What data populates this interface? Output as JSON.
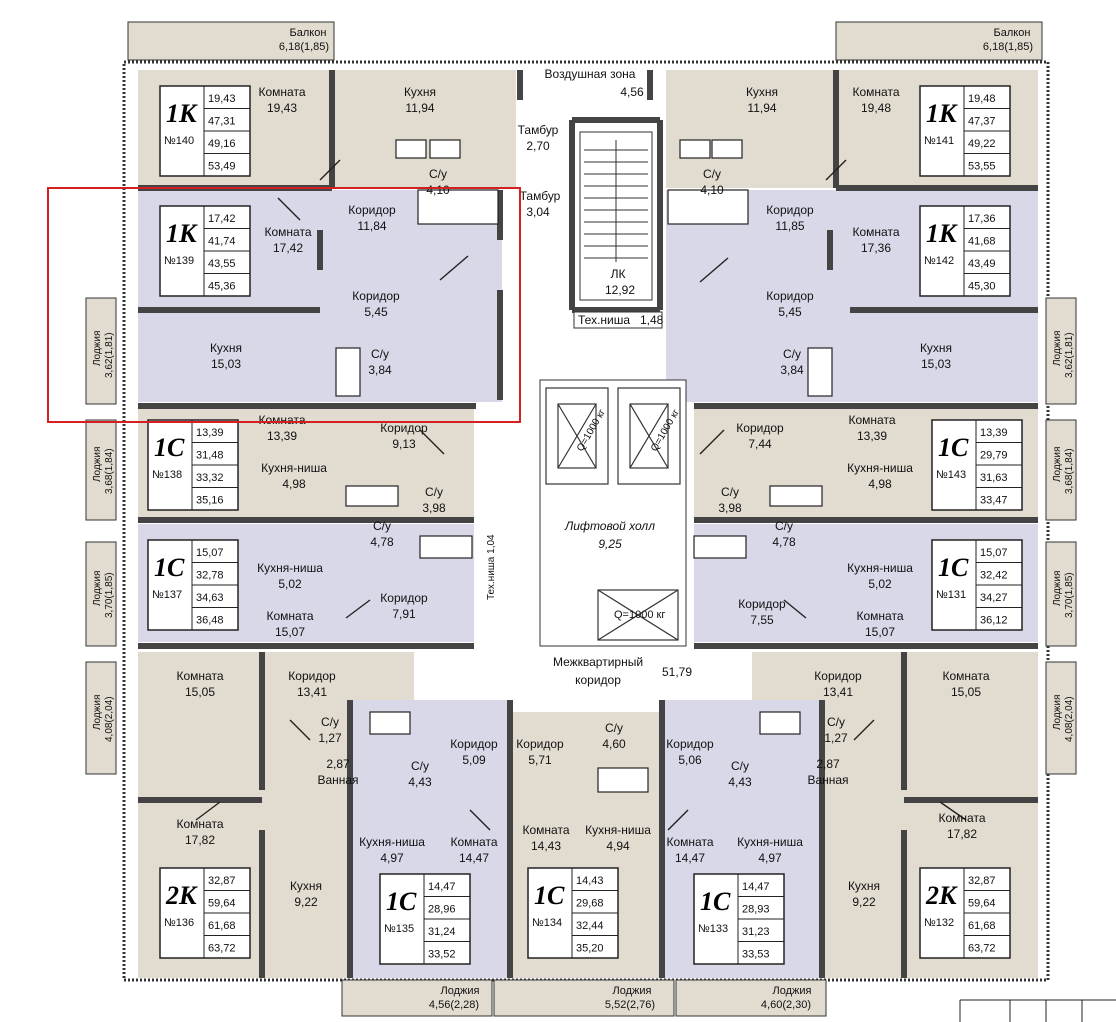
{
  "colors": {
    "beige": "#e2dcd0",
    "lavender": "#d8d8e8",
    "wall": "#444444",
    "highlight": "#d42020",
    "white": "#ffffff"
  },
  "balconies_top": [
    "Балкон",
    "6,18(1,85)"
  ],
  "common": {
    "air_zone": [
      "Воздушная зона",
      "4,56"
    ],
    "tambur1": [
      "Тамбур",
      "2,70"
    ],
    "tambur2": [
      "Тамбур",
      "3,04"
    ],
    "stair": [
      "ЛК",
      "12,92"
    ],
    "tech_niche": [
      "Тех.ниша",
      "1,48"
    ],
    "tech_niche_v": "Тех.ниша 1,04",
    "elevator_load": "Q=1000 кг",
    "lift_hall": [
      "Лифтовой холл",
      "9,25"
    ],
    "corridor": [
      "Межквартирный",
      "коридор"
    ],
    "corridor_area": "51,79"
  },
  "loggias": {
    "l1": [
      "Лоджия",
      "3,62(1,81)"
    ],
    "l2": [
      "Лоджия",
      "3,68(1,84)"
    ],
    "l3": [
      "Лоджия",
      "3,70(1,85)"
    ],
    "l4": [
      "Лоджия",
      "4,08(2,04)"
    ],
    "b1": [
      "Лоджия",
      "4,56(2,28)"
    ],
    "b2": [
      "Лоджия",
      "5,52(2,76)"
    ],
    "b3": [
      "Лоджия",
      "4,60(2,30)"
    ]
  },
  "apartments": [
    {
      "id": "140",
      "type": "1К",
      "no": "№140",
      "areas": [
        "19,43",
        "47,31",
        "49,16",
        "53,49"
      ]
    },
    {
      "id": "141",
      "type": "1К",
      "no": "№141",
      "areas": [
        "19,48",
        "47,37",
        "49,22",
        "53,55"
      ]
    },
    {
      "id": "139",
      "type": "1К",
      "no": "№139",
      "areas": [
        "17,42",
        "41,74",
        "43,55",
        "45,36"
      ]
    },
    {
      "id": "142",
      "type": "1К",
      "no": "№142",
      "areas": [
        "17,36",
        "41,68",
        "43,49",
        "45,30"
      ]
    },
    {
      "id": "138",
      "type": "1С",
      "no": "№138",
      "areas": [
        "13,39",
        "31,48",
        "33,32",
        "35,16"
      ]
    },
    {
      "id": "143",
      "type": "1С",
      "no": "№143",
      "areas": [
        "13,39",
        "29,79",
        "31,63",
        "33,47"
      ]
    },
    {
      "id": "137",
      "type": "1С",
      "no": "№137",
      "areas": [
        "15,07",
        "32,78",
        "34,63",
        "36,48"
      ]
    },
    {
      "id": "131",
      "type": "1С",
      "no": "№131",
      "areas": [
        "15,07",
        "32,42",
        "34,27",
        "36,12"
      ]
    },
    {
      "id": "136",
      "type": "2К",
      "no": "№136",
      "areas": [
        "32,87",
        "59,64",
        "61,68",
        "63,72"
      ]
    },
    {
      "id": "132",
      "type": "2К",
      "no": "№132",
      "areas": [
        "32,87",
        "59,64",
        "61,68",
        "63,72"
      ]
    },
    {
      "id": "135",
      "type": "1С",
      "no": "№135",
      "areas": [
        "14,47",
        "28,96",
        "31,24",
        "33,52"
      ]
    },
    {
      "id": "134",
      "type": "1С",
      "no": "№134",
      "areas": [
        "14,43",
        "29,68",
        "32,44",
        "35,20"
      ]
    },
    {
      "id": "133",
      "type": "1С",
      "no": "№133",
      "areas": [
        "14,47",
        "28,93",
        "31,23",
        "33,53"
      ]
    }
  ],
  "rooms": [
    {
      "id": "r140a",
      "text": [
        "Комната",
        "19,43"
      ]
    },
    {
      "id": "r140b",
      "text": [
        "Кухня",
        "11,94"
      ]
    },
    {
      "id": "r140c",
      "text": [
        "С/у",
        "4,10"
      ]
    },
    {
      "id": "r140d",
      "text": [
        "Коридор",
        "11,84"
      ]
    },
    {
      "id": "r141a",
      "text": [
        "Кухня",
        "11,94"
      ]
    },
    {
      "id": "r141b",
      "text": [
        "Комната",
        "19,48"
      ]
    },
    {
      "id": "r141c",
      "text": [
        "С/у",
        "4,10"
      ]
    },
    {
      "id": "r141d",
      "text": [
        "Коридор",
        "11,85"
      ]
    },
    {
      "id": "r139a",
      "text": [
        "Комната",
        "17,42"
      ]
    },
    {
      "id": "r139b",
      "text": [
        "Коридор",
        "5,45"
      ]
    },
    {
      "id": "r139c",
      "text": [
        "Кухня",
        "15,03"
      ]
    },
    {
      "id": "r139d",
      "text": [
        "С/у",
        "3,84"
      ]
    },
    {
      "id": "r142a",
      "text": [
        "Комната",
        "17,36"
      ]
    },
    {
      "id": "r142b",
      "text": [
        "Коридор",
        "5,45"
      ]
    },
    {
      "id": "r142c",
      "text": [
        "Кухня",
        "15,03"
      ]
    },
    {
      "id": "r142d",
      "text": [
        "С/у",
        "3,84"
      ]
    },
    {
      "id": "r138a",
      "text": [
        "Комната",
        "13,39"
      ]
    },
    {
      "id": "r138b",
      "text": [
        "Коридор",
        "9,13"
      ]
    },
    {
      "id": "r138c",
      "text": [
        "Кухня-ниша",
        "4,98"
      ]
    },
    {
      "id": "r138d",
      "text": [
        "С/у",
        "3,98"
      ]
    },
    {
      "id": "r143a",
      "text": [
        "Комната",
        "13,39"
      ]
    },
    {
      "id": "r143b",
      "text": [
        "Коридор",
        "7,44"
      ]
    },
    {
      "id": "r143c",
      "text": [
        "Кухня-ниша",
        "4,98"
      ]
    },
    {
      "id": "r143d",
      "text": [
        "С/у",
        "3,98"
      ]
    },
    {
      "id": "r137a",
      "text": [
        "С/у",
        "4,78"
      ]
    },
    {
      "id": "r137b",
      "text": [
        "Кухня-ниша",
        "5,02"
      ]
    },
    {
      "id": "r137c",
      "text": [
        "Комната",
        "15,07"
      ]
    },
    {
      "id": "r137d",
      "text": [
        "Коридор",
        "7,91"
      ]
    },
    {
      "id": "r131a",
      "text": [
        "С/у",
        "4,78"
      ]
    },
    {
      "id": "r131b",
      "text": [
        "Кухня-ниша",
        "5,02"
      ]
    },
    {
      "id": "r131c",
      "text": [
        "Комната",
        "15,07"
      ]
    },
    {
      "id": "r131d",
      "text": [
        "Коридор",
        "7,55"
      ]
    },
    {
      "id": "r136a",
      "text": [
        "Комната",
        "15,05"
      ]
    },
    {
      "id": "r136b",
      "text": [
        "Коридор",
        "13,41"
      ]
    },
    {
      "id": "r136c",
      "text": [
        "С/у",
        "1,27"
      ]
    },
    {
      "id": "r136d",
      "text": [
        "2,87",
        "Ванная"
      ]
    },
    {
      "id": "r136e",
      "text": [
        "Комната",
        "17,82"
      ]
    },
    {
      "id": "r136f",
      "text": [
        "Кухня",
        "9,22"
      ]
    },
    {
      "id": "r135a",
      "text": [
        "Коридор",
        "5,09"
      ]
    },
    {
      "id": "r135b",
      "text": [
        "С/у",
        "4,43"
      ]
    },
    {
      "id": "r135c",
      "text": [
        "Кухня-ниша",
        "4,97"
      ]
    },
    {
      "id": "r135d",
      "text": [
        "Комната",
        "14,47"
      ]
    },
    {
      "id": "r134a",
      "text": [
        "Коридор",
        "5,71"
      ]
    },
    {
      "id": "r134b",
      "text": [
        "С/у",
        "4,60"
      ]
    },
    {
      "id": "r134c",
      "text": [
        "Комната",
        "14,43"
      ]
    },
    {
      "id": "r134d",
      "text": [
        "Кухня-ниша",
        "4,94"
      ]
    },
    {
      "id": "r133a",
      "text": [
        "Коридор",
        "5,06"
      ]
    },
    {
      "id": "r133b",
      "text": [
        "С/у",
        "4,43"
      ]
    },
    {
      "id": "r133c",
      "text": [
        "Комната",
        "14,47"
      ]
    },
    {
      "id": "r133d",
      "text": [
        "Кухня-ниша",
        "4,97"
      ]
    },
    {
      "id": "r132a",
      "text": [
        "Коридор",
        "13,41"
      ]
    },
    {
      "id": "r132b",
      "text": [
        "Комната",
        "15,05"
      ]
    },
    {
      "id": "r132c",
      "text": [
        "С/у",
        "1,27"
      ]
    },
    {
      "id": "r132d",
      "text": [
        "2,87",
        "Ванная"
      ]
    },
    {
      "id": "r132e",
      "text": [
        "Комната",
        "17,82"
      ]
    },
    {
      "id": "r132f",
      "text": [
        "Кухня",
        "9,22"
      ]
    }
  ]
}
